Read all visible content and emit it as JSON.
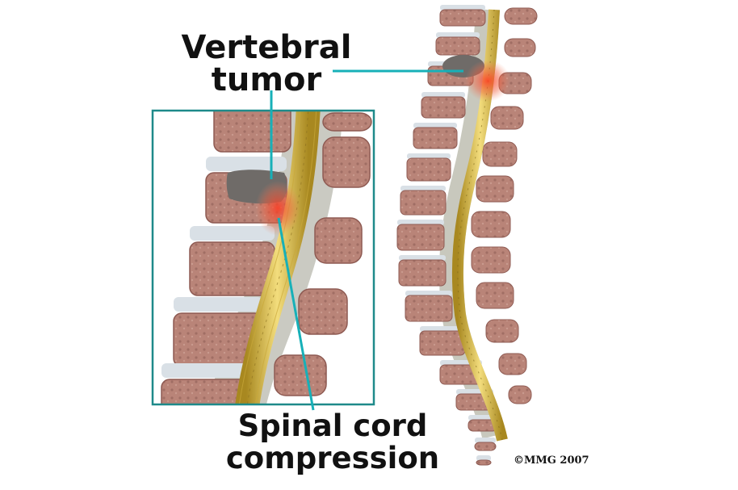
{
  "labels": {
    "tumor_line1": "Vertebral",
    "tumor_line2": "tumor",
    "compression_line1": "Spinal cord",
    "compression_line2": "compression"
  },
  "copyright": "©MMG 2007",
  "colors": {
    "bone": "#b98478",
    "bone_dark": "#8e5a52",
    "disc": "#d9e0e6",
    "cord": "#d8b843",
    "cord_light": "#f0da7a",
    "tumor": "#6f6b68",
    "inflammation": "#e54b3a",
    "leader_line": "#17b0b8",
    "inset_border": "#1e8a8a",
    "ligament": "#9b9a86"
  }
}
